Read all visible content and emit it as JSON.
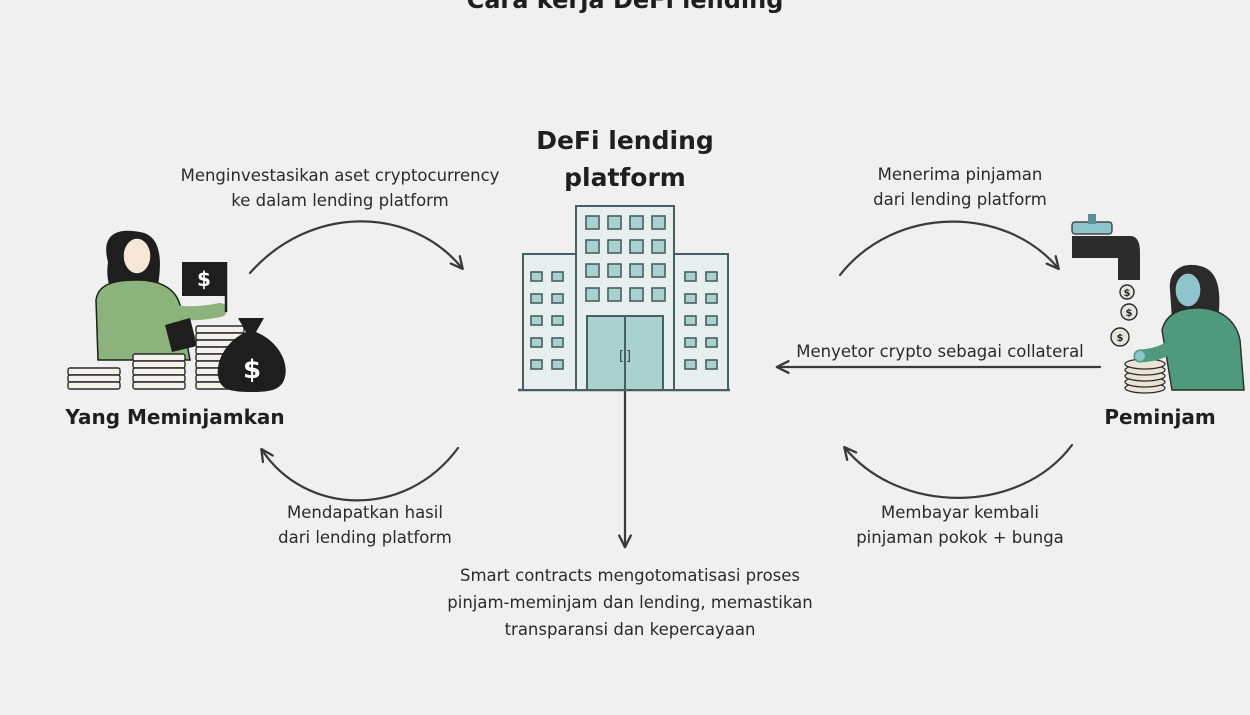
{
  "title": "Cara kerja DeFi lending",
  "platform": {
    "title_line1": "DeFi lending",
    "title_line2": "platform",
    "door_label": "[]"
  },
  "lender": {
    "name": "Yang Meminjamkan",
    "invest_line1": "Menginvestasikan aset cryptocurrency",
    "invest_line2": "ke dalam lending platform",
    "earn_line1": "Mendapatkan hasil",
    "earn_line2": "dari lending platform",
    "flag_symbol": "$",
    "bag_symbol": "$"
  },
  "borrower": {
    "name": "Peminjam",
    "receive_line1": "Menerima pinjaman",
    "receive_line2": "dari lending platform",
    "collateral": "Menyetor crypto sebagai collateral",
    "repay_line1": "Membayar kembali",
    "repay_line2": "pinjaman pokok + bunga",
    "coin_symbol": "$"
  },
  "smart_contract": {
    "line1": "Smart contracts mengotomatisasi proses",
    "line2": "pinjam-meminjam dan lending, memastikan",
    "line3": "transparansi dan kepercayaan"
  },
  "colors": {
    "background": "#f1f0f0",
    "building_fill": "#e7efee",
    "building_stroke": "#46605f",
    "window_fill": "#a9d2cf",
    "lender_shirt": "#8db37c",
    "borrower_shirt": "#4f9a7d",
    "borrower_skin": "#8fc4cd",
    "arrow": "#3a3a3a"
  }
}
